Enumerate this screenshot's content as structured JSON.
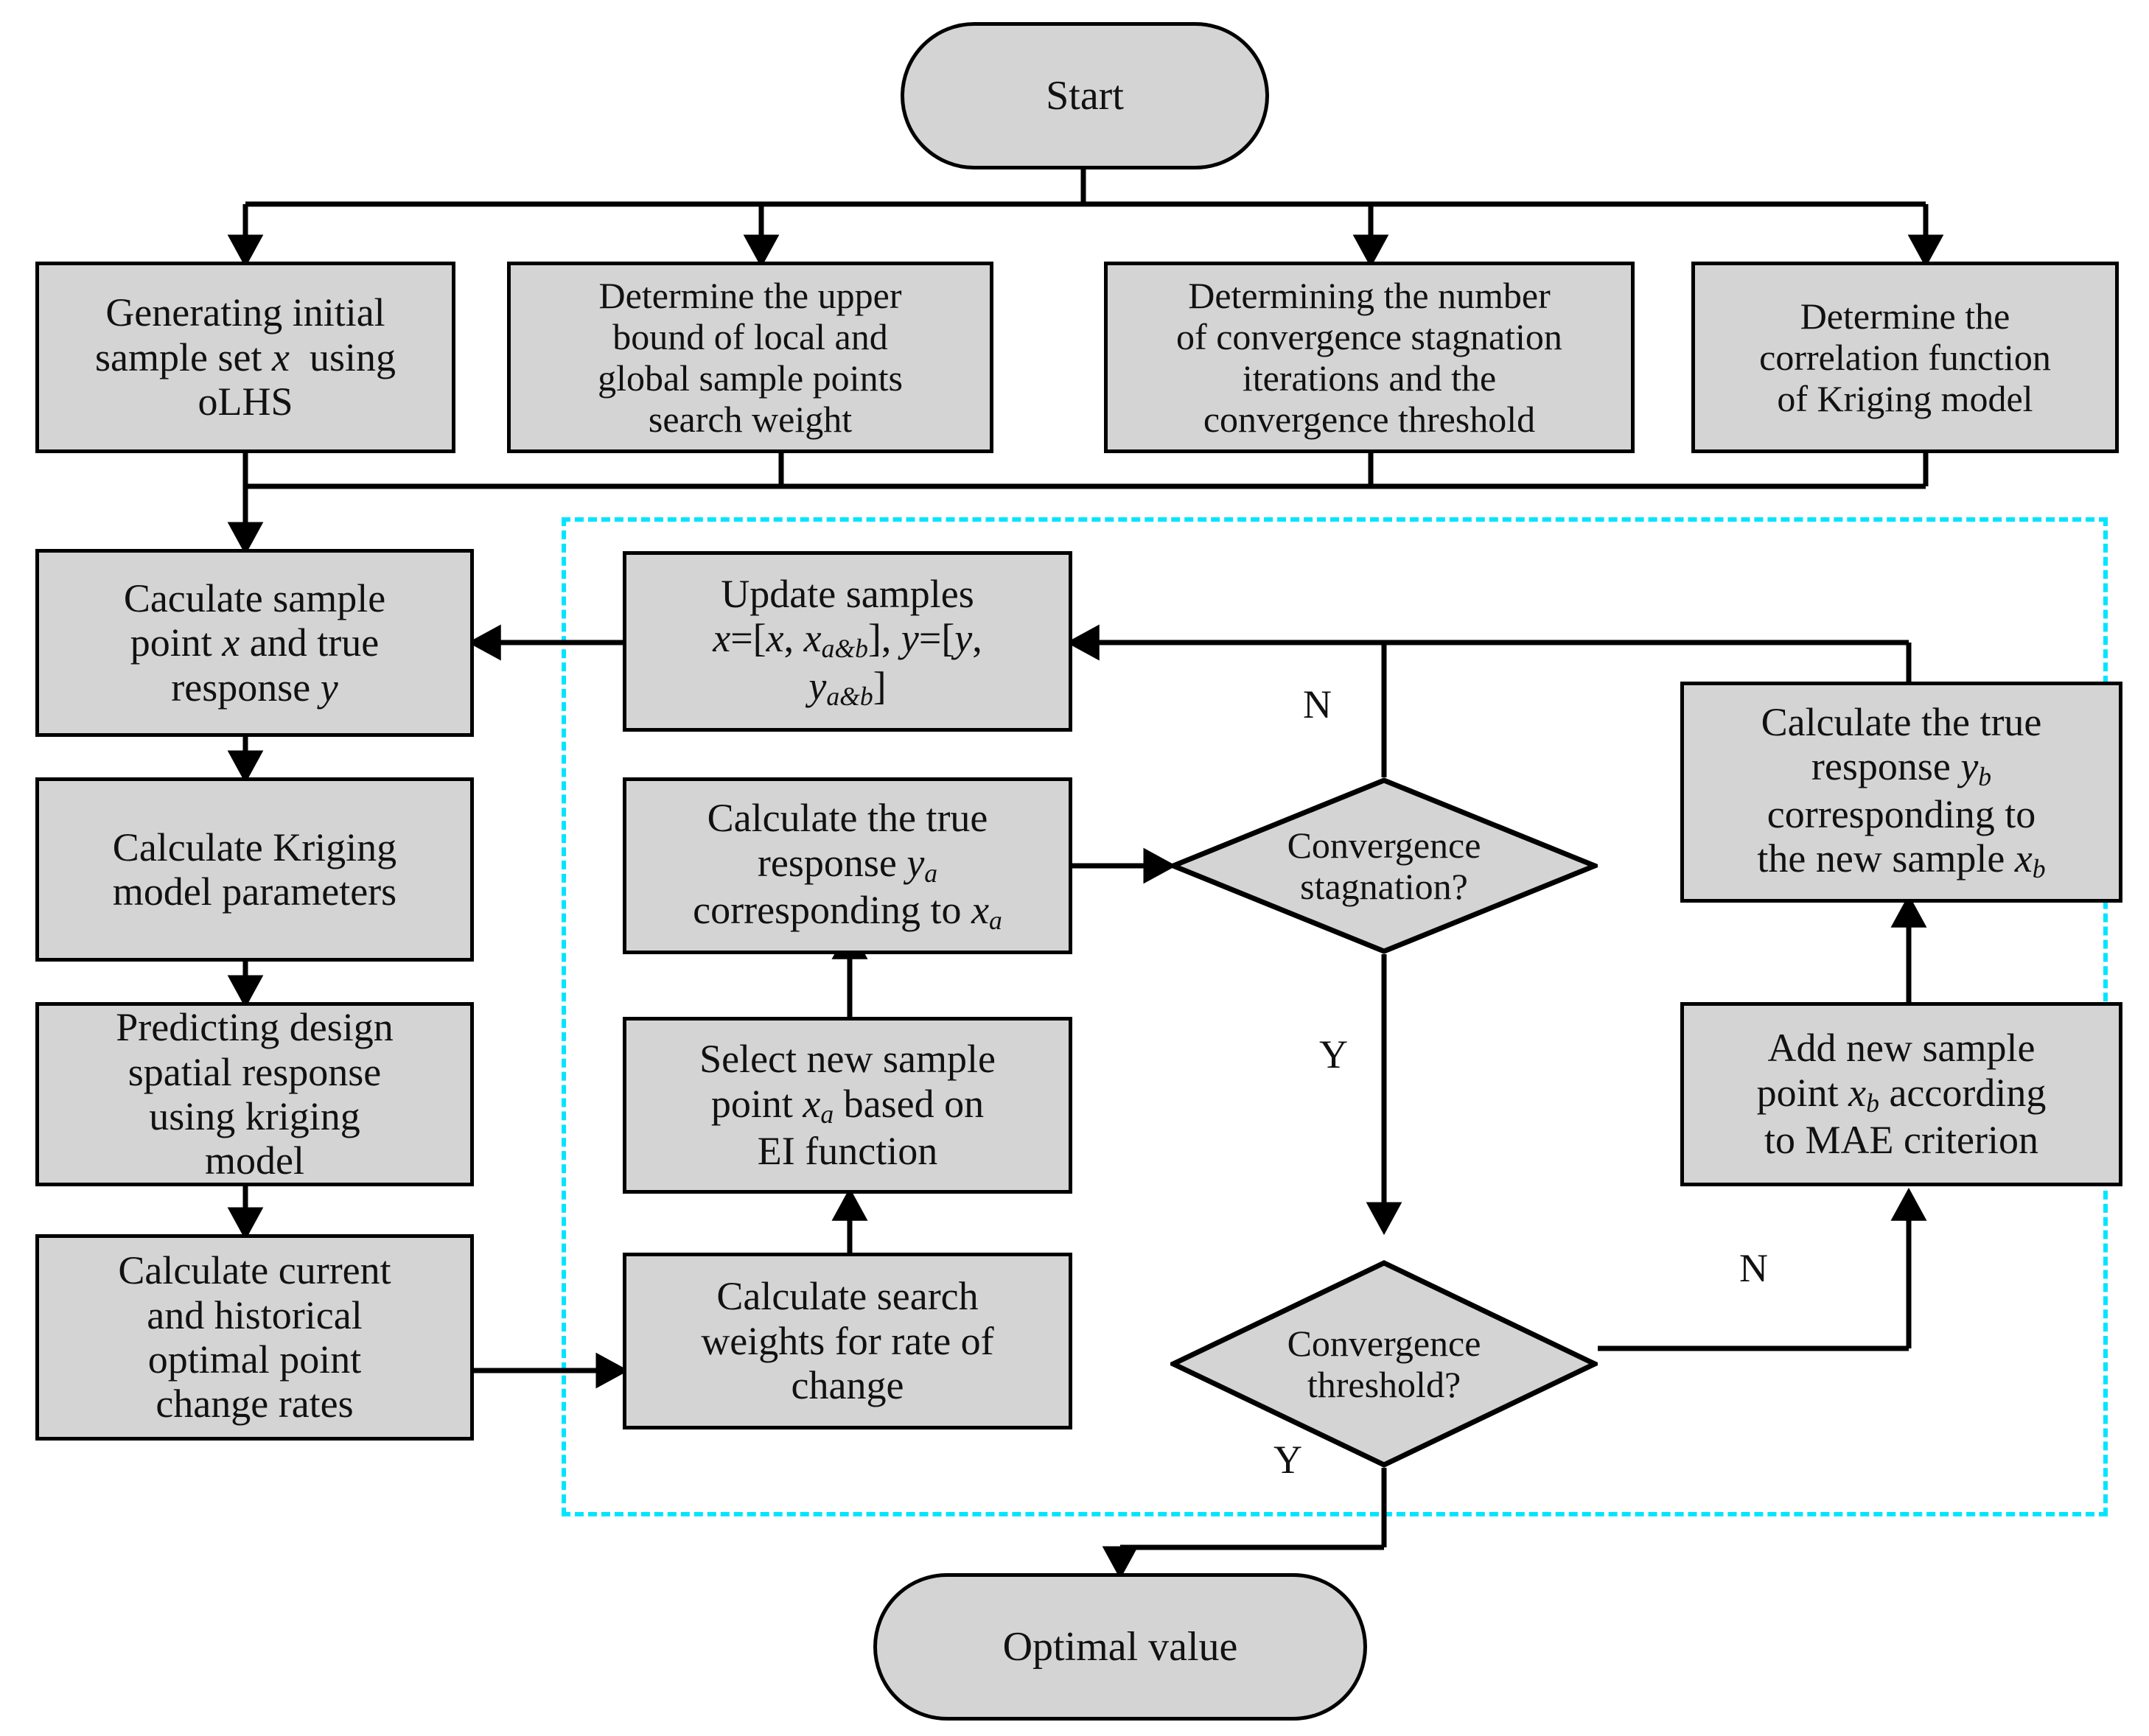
{
  "diagram": {
    "title": "Kriging surrogate-model optimization flowchart",
    "colors": {
      "node_fill": "#d4d4d4",
      "node_stroke": "#000000",
      "loop_region_border": "#00e5ff",
      "text": "#111111",
      "background": "#ffffff"
    }
  },
  "nodes": {
    "start": {
      "label": "Start",
      "shape": "terminator"
    },
    "optimal_value": {
      "label": "Optimal value",
      "shape": "terminator"
    },
    "gen_initial": {
      "label": "Generating initial sample set x  using oLHS",
      "shape": "process"
    },
    "upper_bound": {
      "label": "Determine the upper bound of local and global sample points search weight",
      "shape": "process"
    },
    "num_stagnation": {
      "label": "Determining the number of convergence stagnation iterations and the convergence threshold",
      "shape": "process"
    },
    "corr_function": {
      "label": "Determine the correlation function of Kriging model",
      "shape": "process"
    },
    "calc_sample_true": {
      "label": "Caculate sample point x and true response y",
      "shape": "process"
    },
    "calc_kriging_params": {
      "label": "Calculate Kriging model parameters",
      "shape": "process"
    },
    "predict_spatial": {
      "label": "Predicting design spatial response using kriging model",
      "shape": "process"
    },
    "change_rates": {
      "label": "Calculate current and historical optimal point change rates",
      "shape": "process"
    },
    "update_samples": {
      "label": "Update samples x=[x, xa&b], y=[y, ya&b]",
      "shape": "process"
    },
    "true_response_ya": {
      "label": "Calculate the true response ya corresponding to xa",
      "shape": "process"
    },
    "select_xa_ei": {
      "label": "Select new sample point xa based on EI function",
      "shape": "process"
    },
    "search_weights": {
      "label": "Calculate search weights for rate of change",
      "shape": "process"
    },
    "true_response_yb": {
      "label": "Calculate the true response yb corresponding to the new sample xb",
      "shape": "process"
    },
    "add_xb_mae": {
      "label": "Add new sample point xb according to MAE criterion",
      "shape": "process"
    },
    "conv_stagnation": {
      "label": "Convergence stagnation?",
      "shape": "decision"
    },
    "conv_threshold": {
      "label": "Convergence threshold?",
      "shape": "decision"
    }
  },
  "edge_labels": {
    "stagnation_no": "N",
    "stagnation_yes": "Y",
    "threshold_no": "N",
    "threshold_yes": "Y"
  },
  "loop_region": {
    "style": "dashed",
    "color": "#00e5ff"
  }
}
